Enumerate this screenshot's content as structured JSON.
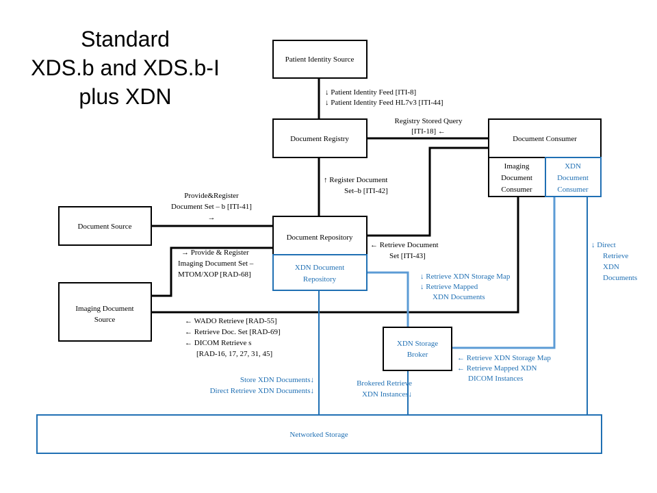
{
  "title": [
    "Standard",
    "XDS.b and XDS.b-I",
    "plus XDN"
  ],
  "colors": {
    "black": "#000000",
    "blue": "#1f6fb3",
    "light_blue": "#5b9bd5"
  },
  "boxes": {
    "patient_identity_source": "Patient Identity Source",
    "document_registry": "Document Registry",
    "document_consumer": "Document Consumer",
    "imaging_document_consumer": [
      "Imaging",
      "Document",
      "Consumer"
    ],
    "xdn_document_consumer": [
      "XDN",
      "Document",
      "Consumer"
    ],
    "document_source": "Document Source",
    "document_repository": "Document Repository",
    "xdn_document_repository": [
      "XDN Document",
      "Repository"
    ],
    "imaging_document_source": [
      "Imaging Document",
      "Source"
    ],
    "xdn_storage_broker": [
      "XDN Storage",
      "Broker"
    ],
    "networked_storage": "Networked Storage"
  },
  "edge_labels": {
    "patient_identity_feed": [
      "↓  Patient Identity Feed [ITI-8]",
      "↓  Patient Identity Feed HL7v3 [ITI-44]"
    ],
    "registry_stored_query": [
      "Registry Stored Query",
      "[ITI-18] ←"
    ],
    "register_document": [
      "↑ Register Document",
      "Set–b [ITI-42]"
    ],
    "provide_register": [
      "Provide&Register",
      "Document Set – b [ITI-41]",
      "→"
    ],
    "provide_register_imaging": [
      "→ Provide & Register",
      "Imaging Document Set –",
      "MTOM/XOP [RAD-68]"
    ],
    "retrieve_document_set": [
      "← Retrieve Document",
      "Set [ITI-43]"
    ],
    "retrieve_xdn_storage_map_1": [
      "↓  Retrieve XDN Storage Map",
      "↓  Retrieve Mapped",
      "XDN Documents"
    ],
    "direct_retrieve_xdn": [
      "↓  Direct",
      "Retrieve",
      "XDN",
      "Documents"
    ],
    "wado_retrieve": [
      "← WADO Retrieve [RAD-55]",
      "← Retrieve Doc. Set [RAD-69]",
      "← DICOM  Retrieve s",
      "[RAD-16, 17, 27, 31, 45]"
    ],
    "retrieve_xdn_storage_map_2": [
      "← Retrieve XDN Storage Map",
      "← Retrieve Mapped XDN",
      "DICOM  Instances"
    ],
    "store_xdn_documents": [
      "Store XDN Documents↓",
      "Direct Retrieve XDN Documents↓"
    ],
    "brokered_retrieve": [
      "Brokered Retrieve",
      "XDN Instances↓"
    ]
  }
}
